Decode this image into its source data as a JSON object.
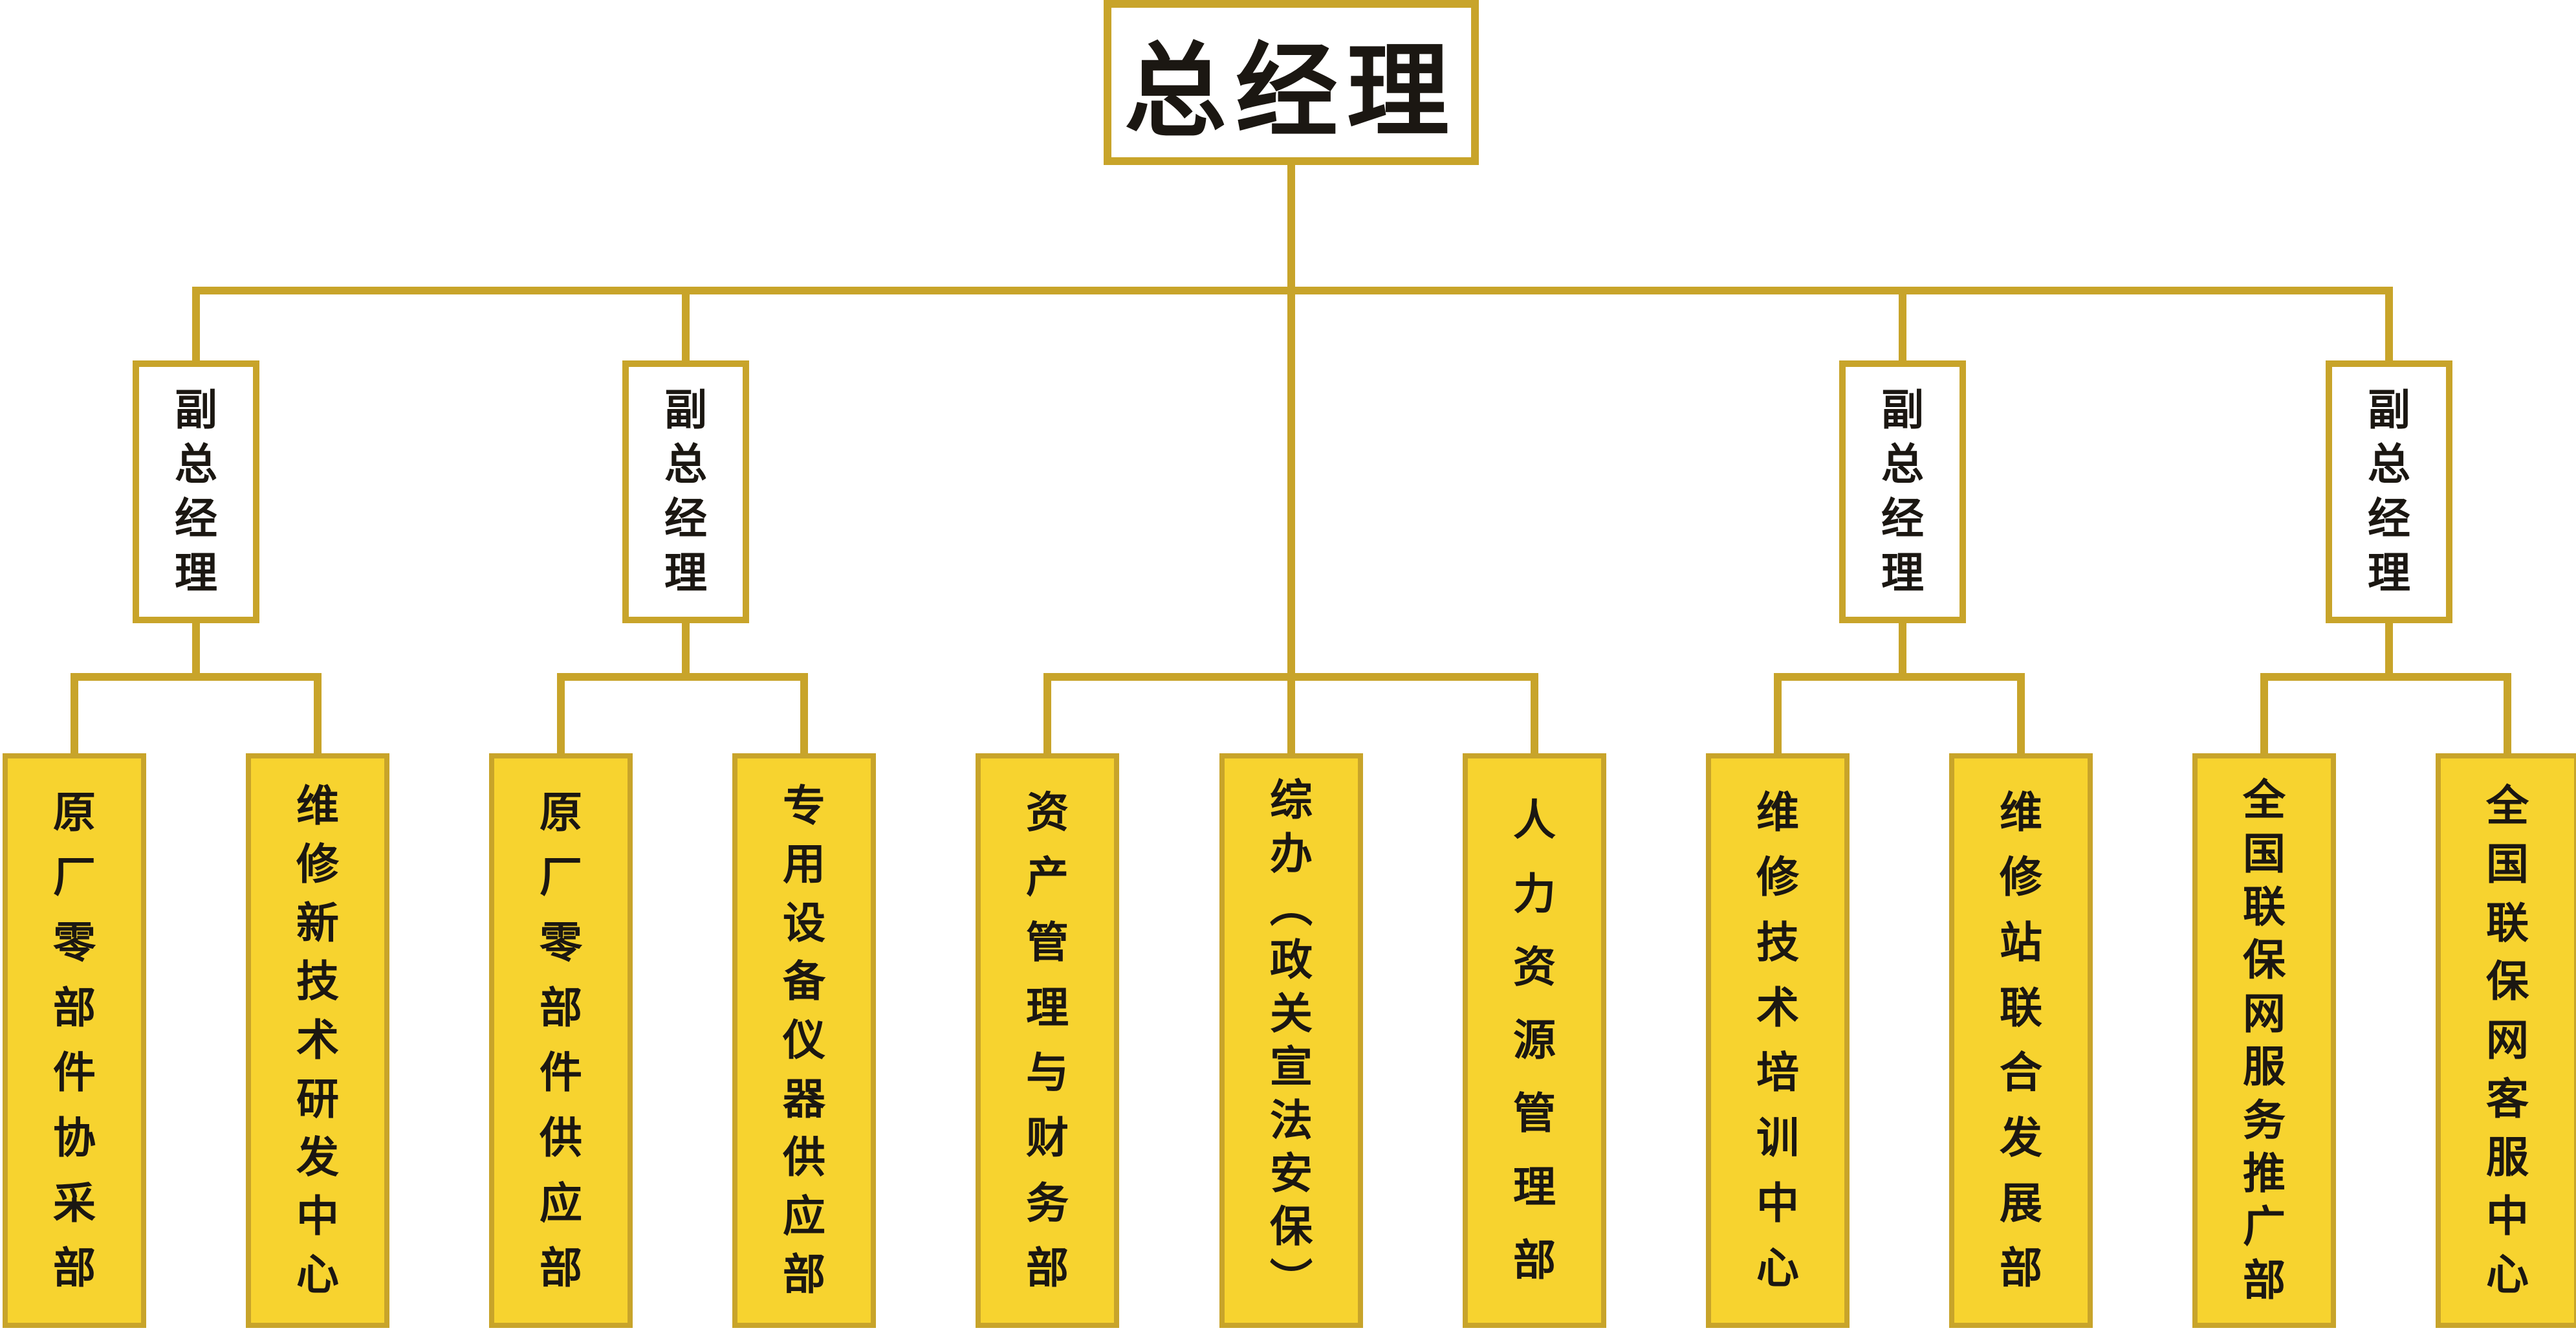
{
  "diagram_type": "org-chart",
  "colors": {
    "gold": "#C8A42A",
    "yellow": "#F7D32F",
    "ink": "#1B1712",
    "paper": "#FFFFFF"
  },
  "root": {
    "id": "general-manager",
    "label": "总经理"
  },
  "deputies": [
    {
      "id": "deputy-1",
      "label": "副总经理",
      "parent": "general-manager"
    },
    {
      "id": "deputy-2",
      "label": "副总经理",
      "parent": "general-manager"
    },
    {
      "id": "deputy-3",
      "label": "副总经理",
      "parent": "general-manager"
    },
    {
      "id": "deputy-4",
      "label": "副总经理",
      "parent": "general-manager"
    }
  ],
  "departments": [
    {
      "label": "原厂零部件协采部",
      "parent": "deputy-1"
    },
    {
      "label": "维修新技术研发中心",
      "parent": "deputy-1"
    },
    {
      "label": "原厂零部件供应部",
      "parent": "deputy-2"
    },
    {
      "label": "专用设备仪器供应部",
      "parent": "deputy-2"
    },
    {
      "label": "资产管理与财务部",
      "parent": "general-manager"
    },
    {
      "label": "综办（政关宣法安保）",
      "parent": "general-manager"
    },
    {
      "label": "人力资源管理部",
      "parent": "general-manager"
    },
    {
      "label": "维修技术培训中心",
      "parent": "deputy-3"
    },
    {
      "label": "维修站联合发展部",
      "parent": "deputy-3"
    },
    {
      "label": "全国联保网服务推广部",
      "parent": "deputy-4"
    },
    {
      "label": "全国联保网客服中心",
      "parent": "deputy-4"
    }
  ]
}
